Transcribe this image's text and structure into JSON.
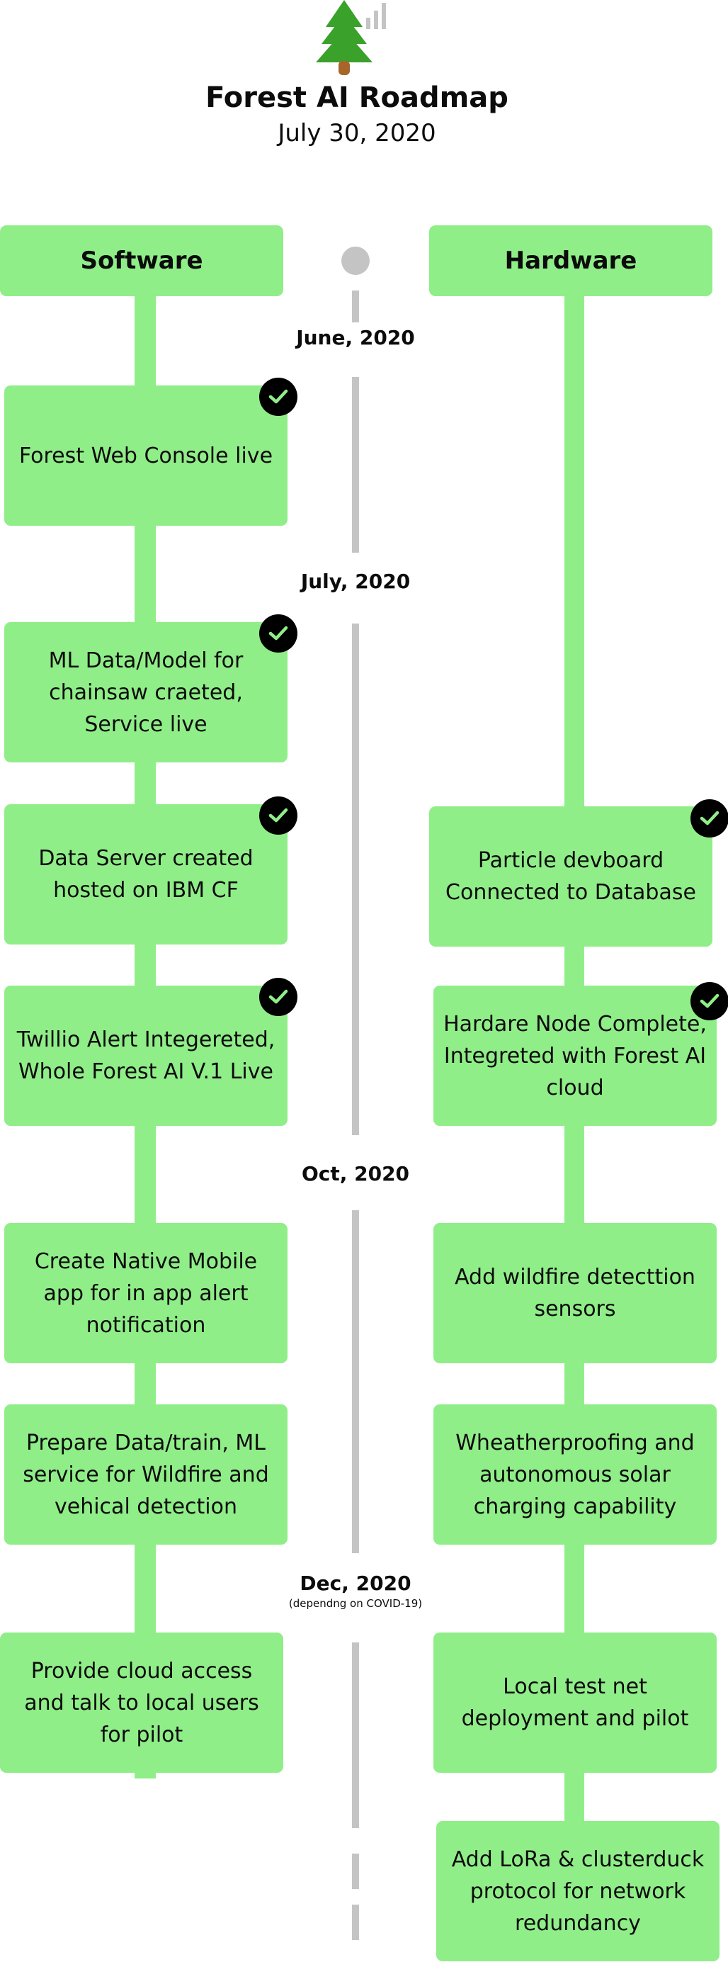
{
  "header": {
    "title": "Forest AI Roadmap",
    "date": "July 30, 2020"
  },
  "columns": {
    "software": "Software",
    "hardware": "Hardware"
  },
  "milestones": {
    "june": "June, 2020",
    "july": "July, 2020",
    "oct": "Oct, 2020",
    "dec": "Dec, 2020",
    "dec_note": "(dependng on COVID-19)"
  },
  "software": [
    {
      "text": "Forest Web Console live",
      "done": true
    },
    {
      "text": "ML Data/Model for chainsaw craeted, Service live",
      "done": true
    },
    {
      "text": "Data Server created hosted on IBM CF",
      "done": true
    },
    {
      "text": "Twillio Alert Integereted, Whole Forest AI V.1 Live",
      "done": true
    },
    {
      "text": "Create Native Mobile app for in app alert notification",
      "done": false
    },
    {
      "text": "Prepare Data/train, ML service for Wildfire and vehical detection",
      "done": false
    },
    {
      "text": "Provide cloud access and talk to local users for pilot",
      "done": false
    }
  ],
  "hardware": [
    {
      "text": "Particle devboard Connected to Database",
      "done": true
    },
    {
      "text": "Hardare Node Complete, Integreted with Forest AI cloud",
      "done": true
    },
    {
      "text": "Add wildfire detecttion sensors",
      "done": false
    },
    {
      "text": "Wheatherproofing and autonomous solar charging capability",
      "done": false
    },
    {
      "text": "Local test net deployment and pilot",
      "done": false
    },
    {
      "text": "Add LoRa & clusterduck protocol for network redundancy",
      "done": false
    }
  ],
  "colors": {
    "card": "#90ee88",
    "timeline": "#c4c4c4",
    "tree": "#3aa12b",
    "trunk": "#a8652a",
    "check_bg": "#000000"
  },
  "icons": {
    "logo": "pine-tree-signal-icon",
    "done": "checkmark-icon"
  }
}
